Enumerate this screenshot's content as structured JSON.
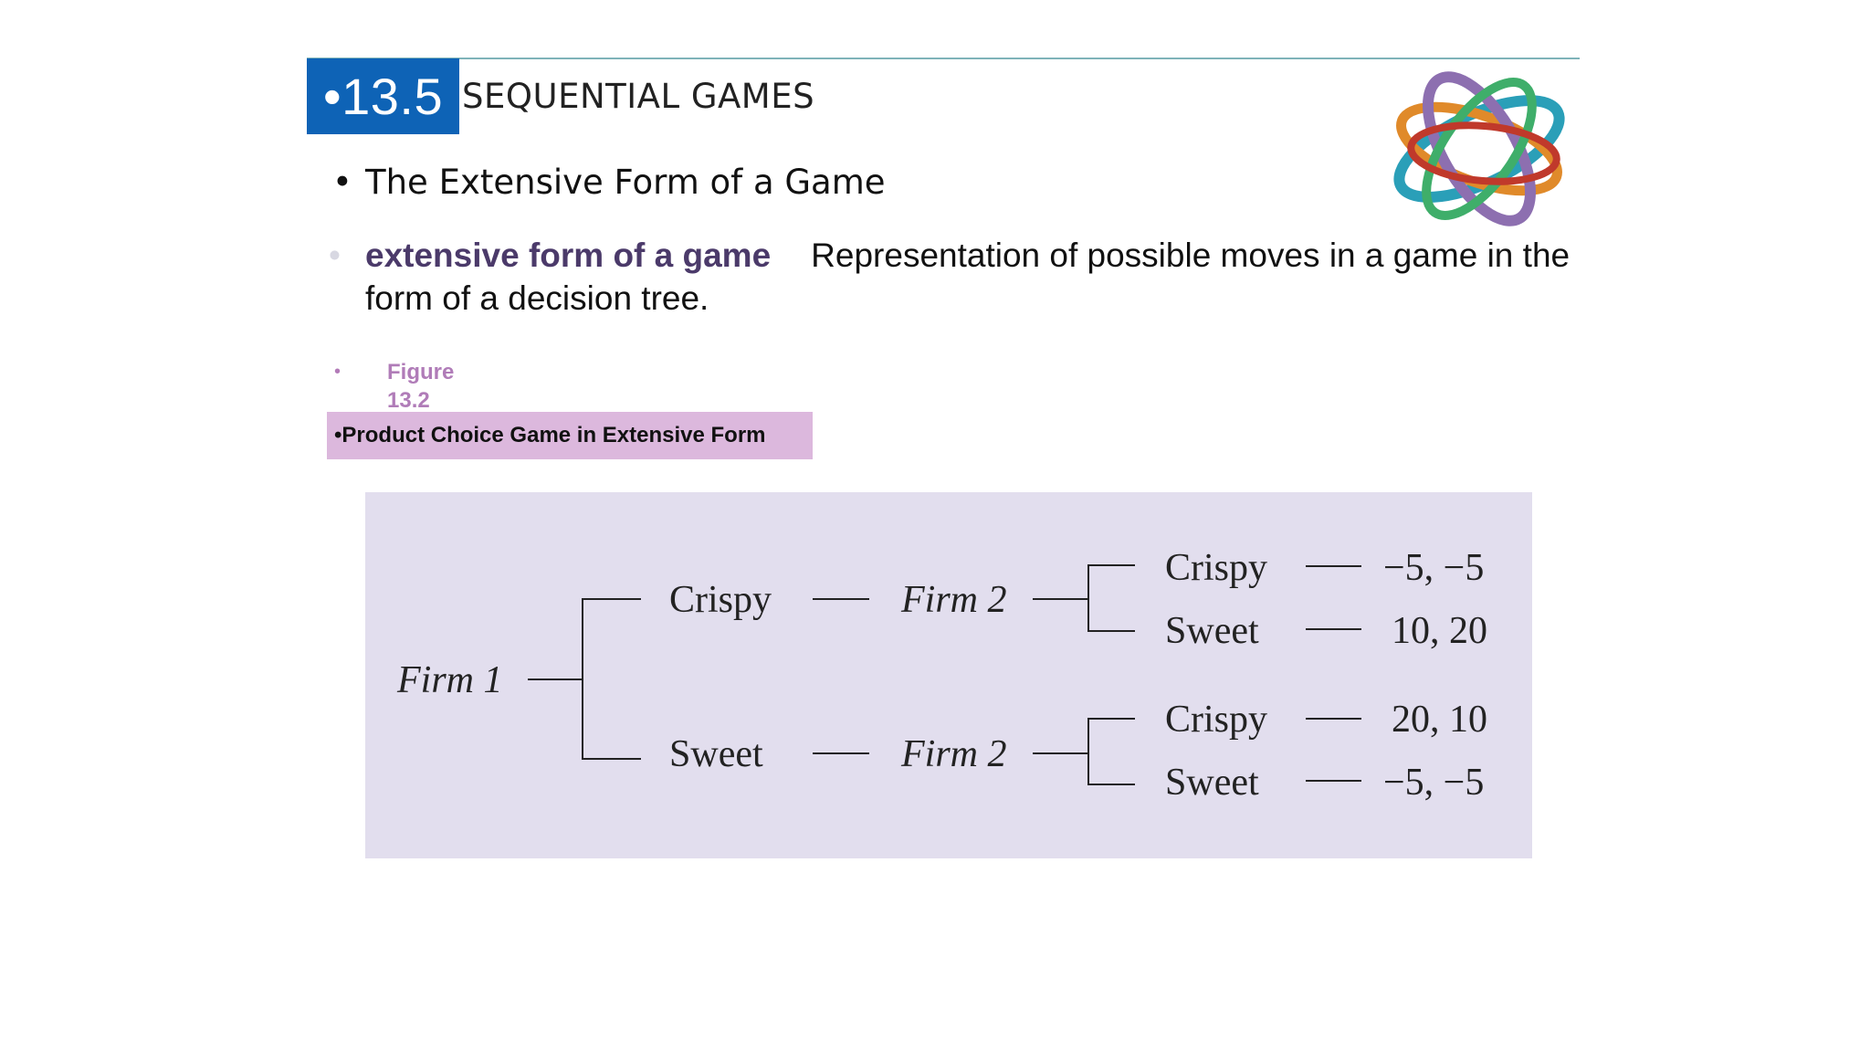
{
  "header": {
    "section_number": "•13.5",
    "section_title": "SEQUENTIAL GAMES",
    "logo_icon": "interlocking-rings-icon"
  },
  "bullets": {
    "first": "The Extensive Form of a Game",
    "definition_term": "extensive form of a game",
    "definition_text": "Representation of possible moves in a game in the form of a decision tree."
  },
  "figure": {
    "label_line1": "Figure",
    "label_line2": "13.2",
    "caption": "•Product Choice Game in Extensive Form"
  },
  "tree": {
    "root": "Firm 1",
    "branches": [
      {
        "choice": "Crispy",
        "node": "Firm 2",
        "outcomes": [
          {
            "choice": "Crispy",
            "payoff": "−5, −5"
          },
          {
            "choice": "Sweet",
            "payoff": "10, 20"
          }
        ]
      },
      {
        "choice": "Sweet",
        "node": "Firm 2",
        "outcomes": [
          {
            "choice": "Crispy",
            "payoff": "20, 10"
          },
          {
            "choice": "Sweet",
            "payoff": "−5, −5"
          }
        ]
      }
    ]
  },
  "colors": {
    "badge": "#0e63b6",
    "diagram_bg": "#e2deee",
    "caption_bg": "#dcb8dd",
    "term": "#4b3a6a"
  }
}
